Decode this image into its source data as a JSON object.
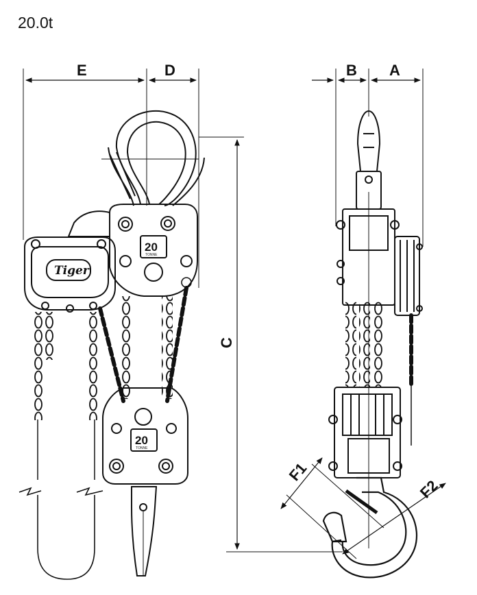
{
  "title": "20.0t",
  "dimensions": {
    "a": "A",
    "b": "B",
    "c": "C",
    "d": "D",
    "e": "E",
    "f1": "F1",
    "f2": "F2"
  },
  "hoist": {
    "brand": "Tiger",
    "capacity_top": "20",
    "capacity_bottom": "20",
    "capacity_unit": "TONNE"
  }
}
